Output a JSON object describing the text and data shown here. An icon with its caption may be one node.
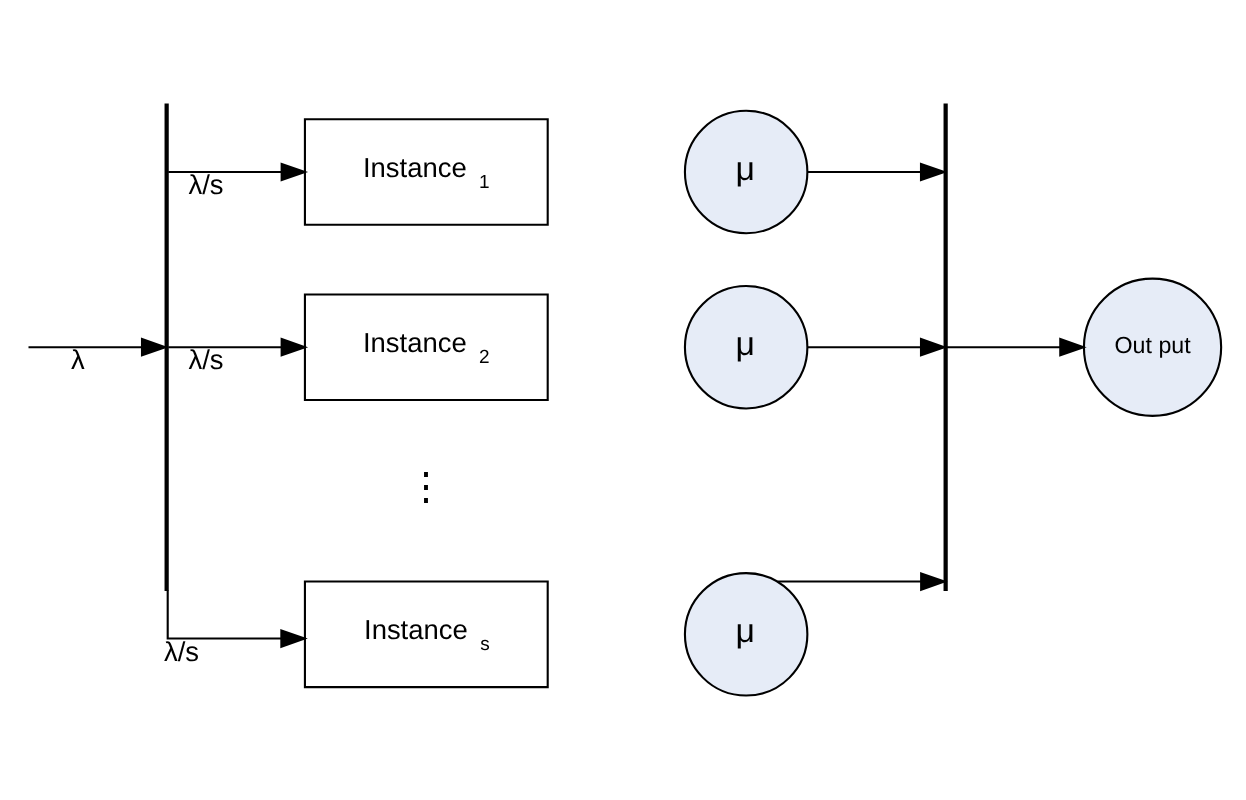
{
  "diagram": {
    "nodes": [
      {
        "text": [],
        "shape": "bar"
      },
      {
        "text": [
          "Instance $_{1}$"
        ]
      },
      {
        "text": [
          "μ"
        ]
      },
      {
        "text": [
          "Instance $_{2}$"
        ]
      },
      {
        "text": [
          "μ"
        ]
      },
      {
        "text": [
          "Instance $_{s}$"
        ]
      },
      {
        "text": [
          "μ"
        ]
      },
      {
        "text": [],
        "shape": "bar"
      },
      {
        "text": [
          "Out put"
        ]
      }
    ],
    "edges": [
      {
        "from": null,
        "to": 0,
        "arrow": "to",
        "label": "λ"
      },
      {
        "from": 0,
        "to": 1,
        "arrow": "to",
        "label": "λ/s"
      },
      {
        "from": 0,
        "to": 3,
        "arrow": "to",
        "label": "λ/s"
      },
      {
        "from": 0,
        "to": 5,
        "arrow": "to",
        "label": "λ/s"
      },
      {
        "from": 2,
        "to": 7,
        "arrow": "to"
      },
      {
        "from": 4,
        "to": 7,
        "arrow": "to"
      },
      {
        "from": 6,
        "to": 7,
        "arrow": "to"
      },
      {
        "from": 7,
        "to": 8,
        "arrow": "to"
      }
    ],
    "labels": [
      "⋮"
    ]
  }
}
